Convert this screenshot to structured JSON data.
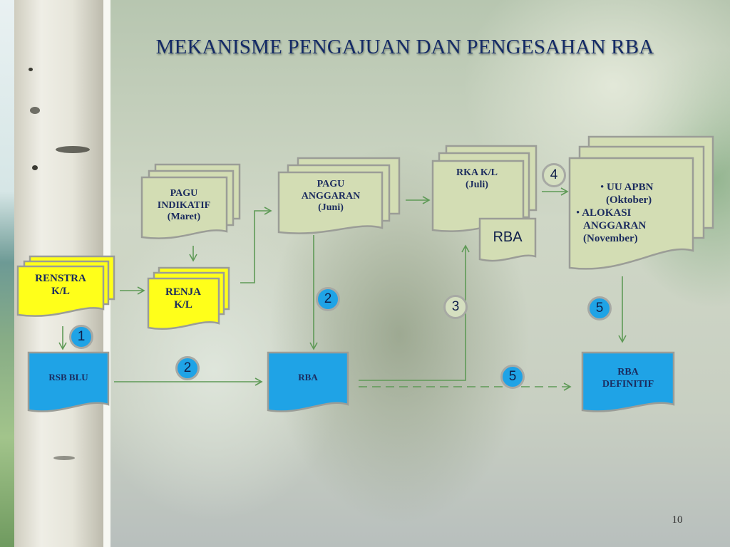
{
  "slide": {
    "title": "MEKANISME PENGAJUAN DAN PENGESAHAN RBA",
    "page_number": "10"
  },
  "colors": {
    "title": "#142a66",
    "doc_green": "#d3ddb4",
    "doc_yellow": "#ffff1a",
    "doc_blue": "#1fa3e6",
    "doc_border": "#9b9d97",
    "arrow": "#5f9a57",
    "doc_text": "#1b2b5e"
  },
  "nodes": {
    "renstra": {
      "lines": [
        "RENSTRA",
        "K/L"
      ]
    },
    "renja": {
      "lines": [
        "RENJA",
        "K/L"
      ]
    },
    "pagu_indikatif": {
      "lines": [
        "PAGU",
        "INDIKATIF",
        "(Maret)"
      ]
    },
    "pagu_anggaran": {
      "lines": [
        "PAGU",
        "ANGGARAN",
        "(Juni)"
      ]
    },
    "rka_kl": {
      "lines": [
        "RKA K/L",
        "(Juli)"
      ]
    },
    "rba_small": {
      "label": "RBA"
    },
    "apbn": {
      "bullets": [
        {
          "bullet": "•",
          "lines": [
            "UU APBN",
            "(Oktober)"
          ]
        },
        {
          "bullet": "•",
          "lines": [
            "ALOKASI",
            "ANGGARAN",
            "(November)"
          ]
        }
      ]
    },
    "rsb_blu": {
      "label": "RSB BLU"
    },
    "rba": {
      "label": "RBA"
    },
    "rba_definitif": {
      "lines": [
        "RBA",
        "DEFINITIF"
      ]
    }
  },
  "steps": {
    "s1": "1",
    "s2_top": "2",
    "s2_bottom": "2",
    "s3": "3",
    "s4": "4",
    "s5_right": "5",
    "s5_bottom": "5"
  }
}
